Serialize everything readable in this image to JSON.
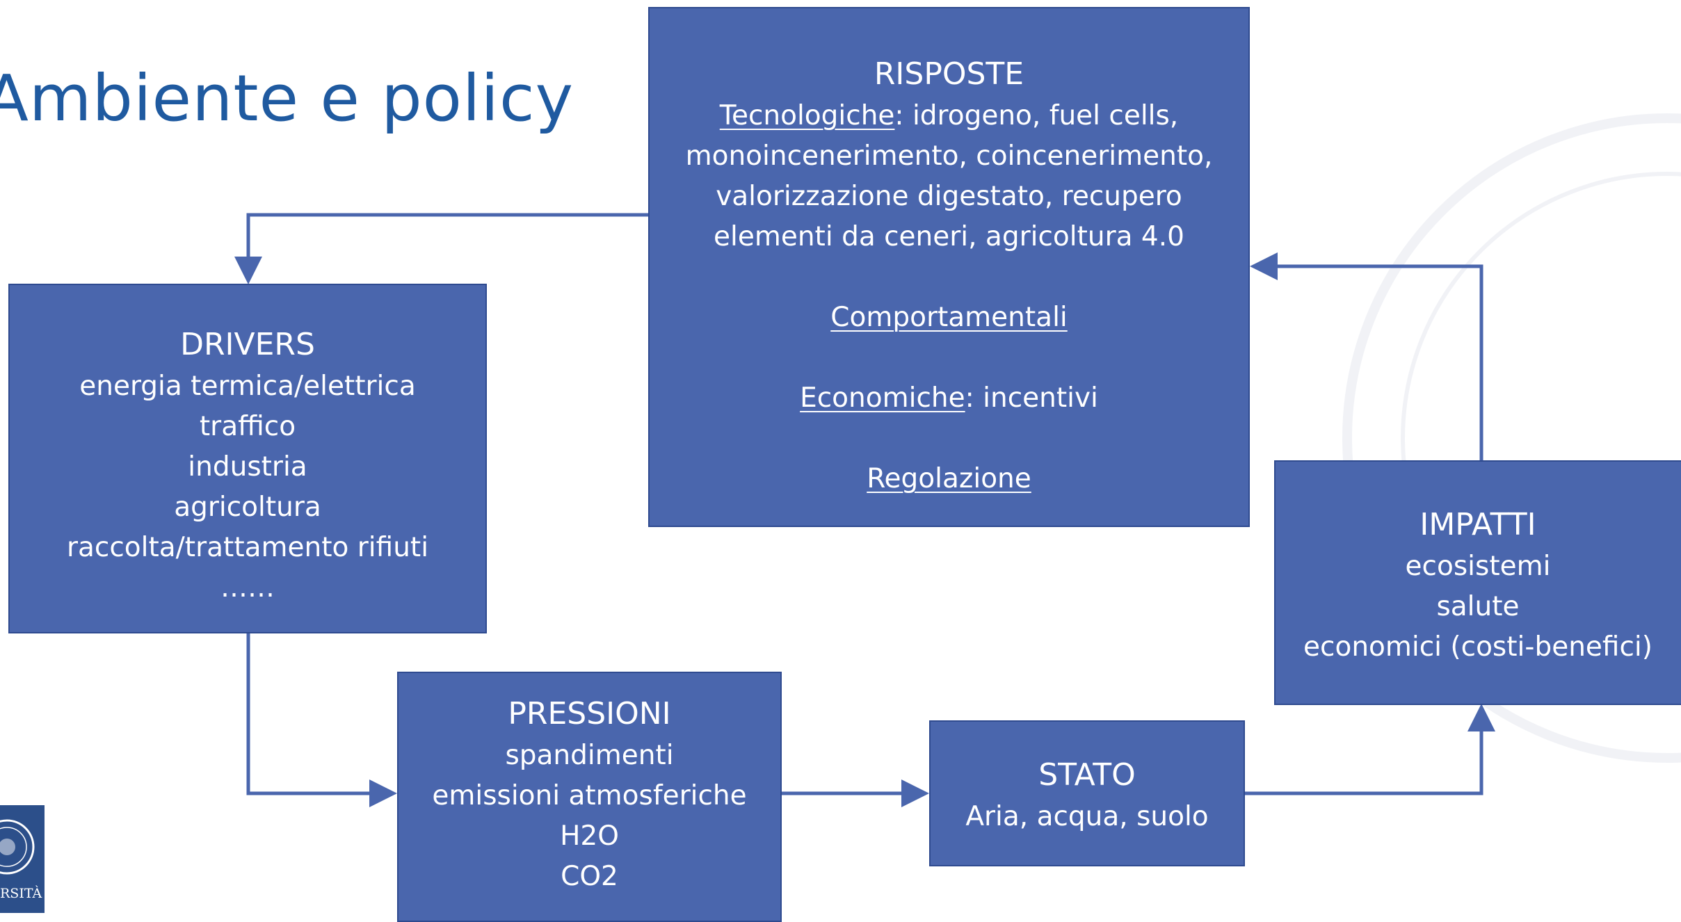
{
  "title": "Ambiente e policy",
  "logo_text": "RSITÀ",
  "colors": {
    "box_fill": "#4a66ad",
    "box_border": "#2e4a8f",
    "arrow": "#4a66ad",
    "title": "#1f5aa0"
  },
  "risposte": {
    "heading": "RISPOSTE",
    "tech_label": "Tecnologiche",
    "tech_text": ": idrogeno, fuel cells,",
    "tech_lines": [
      "monoincenerimento, coincenerimento,",
      "valorizzazione digestato, recupero",
      "elementi da ceneri, agricoltura 4.0"
    ],
    "comportamentali": "Comportamentali",
    "econ_label": "Economiche",
    "econ_text": ": incentivi",
    "regolazione": "Regolazione"
  },
  "drivers": {
    "heading": "DRIVERS",
    "items": [
      "energia termica/elettrica",
      "traffico",
      "industria",
      "agricoltura",
      "raccolta/trattamento rifiuti",
      "……"
    ]
  },
  "pressioni": {
    "heading": "PRESSIONI",
    "items": [
      "spandimenti",
      "emissioni atmosferiche",
      "H2O",
      "CO2"
    ]
  },
  "stato": {
    "heading": "STATO",
    "items": [
      "Aria, acqua, suolo"
    ]
  },
  "impatti": {
    "heading": "IMPATTI",
    "items": [
      "ecosistemi",
      "salute",
      "economici (costi-benefici)"
    ]
  }
}
